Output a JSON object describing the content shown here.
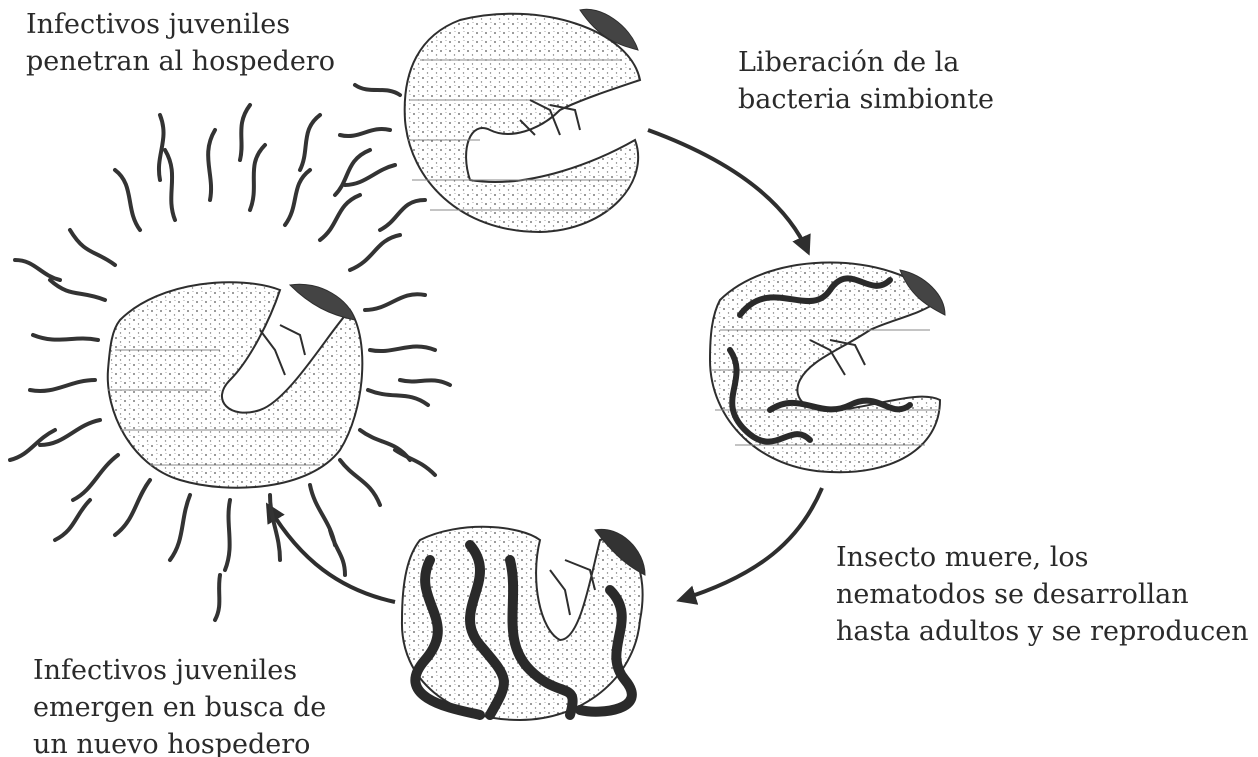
{
  "captions": {
    "top_left": "Infectivos juveniles\npenetran al hospedero",
    "top_right": "Liberación de la\nbacteria simbionte",
    "bottom_right": "Insecto muere, los\nnematodos se desarrollan\nhasta adultos y se reproducen",
    "bottom_left": "Infectivos juveniles\nemergen en busca de\nun nuevo hospedero"
  },
  "colors": {
    "ink": "#2e2e2e",
    "nematode": "#3a3a3a",
    "larva_fill": "#f2f2f2"
  }
}
